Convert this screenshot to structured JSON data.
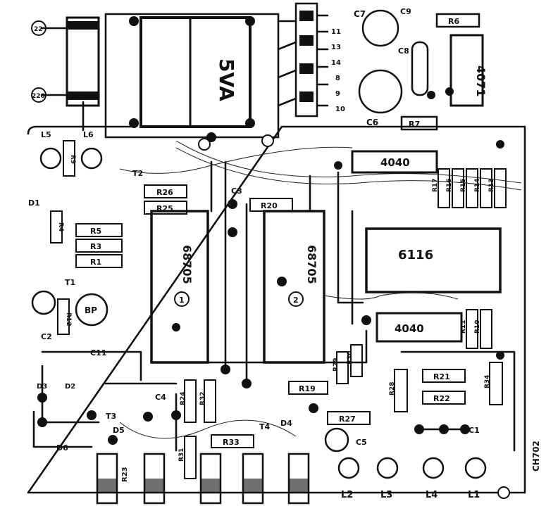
{
  "board": {
    "labels": {
      "transformer": "5VA",
      "c7": "C7",
      "c9": "C9",
      "c8": "C8",
      "c6": "C6",
      "r6": "R6",
      "r7": "R7",
      "u4071": "4071",
      "pin11": "11",
      "pin13": "13",
      "pin14": "14",
      "pin8": "8",
      "pin9": "9",
      "pin10": "10",
      "in22a": "22",
      "in220": "220",
      "l5": "L5",
      "l6": "L6",
      "r9": "R9",
      "t2": "T2",
      "d1": "D1",
      "r4": "R4",
      "r5": "R5",
      "r3": "R3",
      "r1": "R1",
      "t1": "T1",
      "bp": "BP",
      "r12": "R12",
      "c2": "C2",
      "c11": "C11",
      "d2": "D2",
      "d3": "D3",
      "t3": "T3",
      "d5": "D5",
      "d6": "D6",
      "r26": "R26",
      "r25": "R25",
      "c3": "C3",
      "r20": "R20",
      "ic1": "68705",
      "ic1num": "1",
      "ic2": "68705",
      "ic2num": "2",
      "u4040a": "4040",
      "u6116": "6116",
      "u4040b": "4040",
      "r17": "R17",
      "r16": "R16",
      "r15": "R15",
      "r14": "R14",
      "r13": "R13",
      "r11": "R11",
      "r10": "R10",
      "c4": "C4",
      "r24": "R24",
      "r32": "R32",
      "r33": "R33",
      "r31": "R31",
      "t4": "T4",
      "d4": "D4",
      "r19": "R19",
      "r29": "R29",
      "r30": "R30",
      "r27": "R27",
      "c5": "C5",
      "r28": "R28",
      "r21": "R21",
      "r22": "R22",
      "r34": "R34",
      "c1": "C1",
      "r23": "R23",
      "l1": "L1",
      "l2": "L2",
      "l3": "L3",
      "l4": "L4",
      "board_id": "CH702"
    }
  }
}
